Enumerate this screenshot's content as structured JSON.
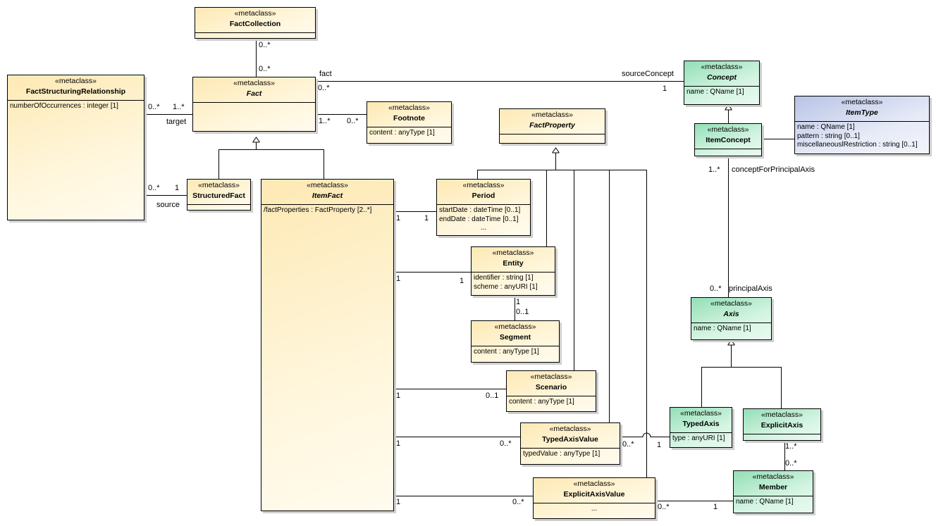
{
  "stereotype": "«metaclass»",
  "classes": {
    "fact_collection": {
      "name": "FactCollection",
      "attrs": []
    },
    "fact": {
      "name": "Fact",
      "attrs": []
    },
    "fact_structuring_relationship": {
      "name": "FactStructuringRelationship",
      "attrs": [
        "numberOfOccurrences : integer [1]"
      ]
    },
    "footnote": {
      "name": "Footnote",
      "attrs": [
        "content : anyType [1]"
      ]
    },
    "structured_fact": {
      "name": "StructuredFact",
      "attrs": []
    },
    "item_fact": {
      "name": "ItemFact",
      "attrs": [
        "/factProperties : FactProperty [2..*]"
      ]
    },
    "fact_property": {
      "name": "FactProperty",
      "attrs": []
    },
    "period": {
      "name": "Period",
      "attrs": [
        "startDate : dateTime [0..1]",
        "endDate : dateTime [0..1]",
        "..."
      ]
    },
    "entity": {
      "name": "Entity",
      "attrs": [
        "identifier : string [1]",
        "scheme : anyURI [1]"
      ]
    },
    "segment": {
      "name": "Segment",
      "attrs": [
        "content : anyType [1]"
      ]
    },
    "scenario": {
      "name": "Scenario",
      "attrs": [
        "content : anyType [1]"
      ]
    },
    "typed_axis_value": {
      "name": "TypedAxisValue",
      "attrs": [
        "typedValue : anyType [1]"
      ]
    },
    "explicit_axis_value": {
      "name": "ExplicitAxisValue",
      "attrs": [
        "..."
      ]
    },
    "concept": {
      "name": "Concept",
      "attrs": [
        "name : QName [1]"
      ]
    },
    "item_concept": {
      "name": "ItemConcept",
      "attrs": []
    },
    "item_type": {
      "name": "ItemType",
      "attrs": [
        "name : QName [1]",
        "pattern : string [0..1]",
        "miscellaneouslRestriction : string [0..1]"
      ]
    },
    "axis": {
      "name": "Axis",
      "attrs": [
        "name : QName [1]"
      ]
    },
    "typed_axis": {
      "name": "TypedAxis",
      "attrs": [
        "type : anyURI [1]"
      ]
    },
    "explicit_axis": {
      "name": "ExplicitAxis",
      "attrs": []
    },
    "member": {
      "name": "Member",
      "attrs": [
        "name : QName [1]"
      ]
    }
  },
  "labels": {
    "fc_fact_top": "0..*",
    "fc_fact_bottom": "0..*",
    "fact_role": "fact",
    "fact_concept_fact_mult": "0..*",
    "source_concept_role": "sourceConcept",
    "fact_concept_concept_mult": "1",
    "fsr_fact_left": "0..*",
    "fsr_fact_right": "1..*",
    "target_role": "target",
    "fact_footnote_left": "1..*",
    "fact_footnote_right": "0..*",
    "fsr_sf_left": "0..*",
    "fsr_sf_right": "1",
    "source_role": "source",
    "if_period_left": "1",
    "if_period_right": "1",
    "if_entity_left": "1",
    "if_entity_right": "1",
    "entity_segment_top": "1",
    "entity_segment_bottom": "0..1",
    "if_scenario_left": "1",
    "if_scenario_right": "0..1",
    "if_tav_left": "1",
    "if_tav_right": "0..*",
    "tav_ta_left": "0..*",
    "tav_ta_right": "1",
    "if_eav_left": "1",
    "if_eav_right": "0..*",
    "eav_member_left": "0..*",
    "eav_member_right": "1",
    "ic_axis_top": "1..*",
    "concept_for_principal_axis_role": "conceptForPrincipalAxis",
    "ic_axis_bottom": "0..*",
    "principal_axis_role": "principalAxis",
    "ea_member_top": "1..*",
    "ea_member_bottom": "0..*"
  }
}
